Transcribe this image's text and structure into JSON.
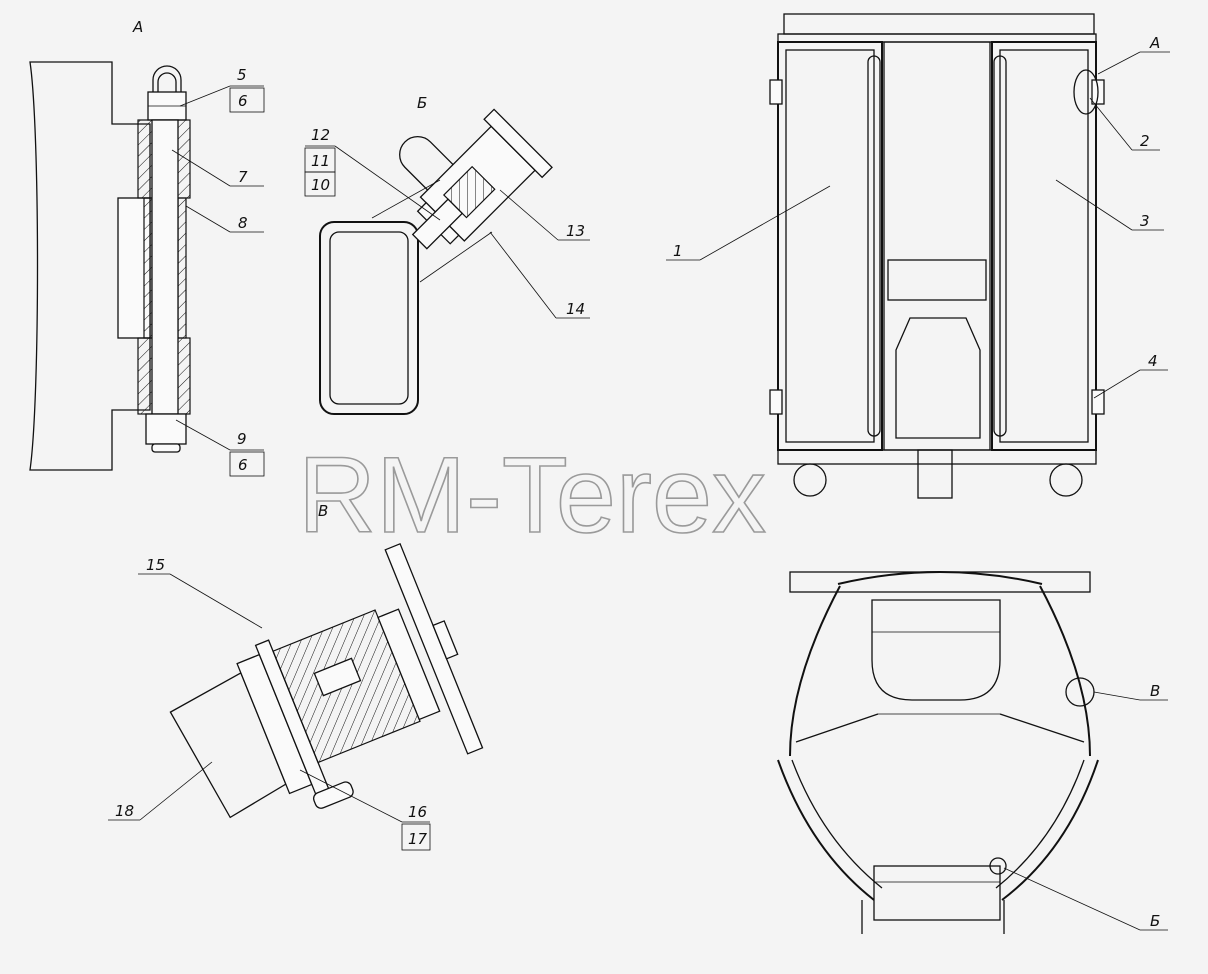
{
  "watermark": "RM-Terex",
  "views": {
    "a": "А",
    "b": "Б",
    "v": "В"
  },
  "callouts": {
    "n1": "1",
    "n2": "2",
    "n3": "3",
    "n4": "4",
    "n5": "5",
    "n6a": "6",
    "n6b": "6",
    "n7": "7",
    "n8": "8",
    "n9": "9",
    "n10": "10",
    "n11": "11",
    "n12": "12",
    "n13": "13",
    "n14": "14",
    "n15": "15",
    "n16": "16",
    "n17": "17",
    "n18": "18"
  },
  "view_refs": {
    "a_main": "А",
    "b_main": "Б",
    "v_main": "В"
  }
}
